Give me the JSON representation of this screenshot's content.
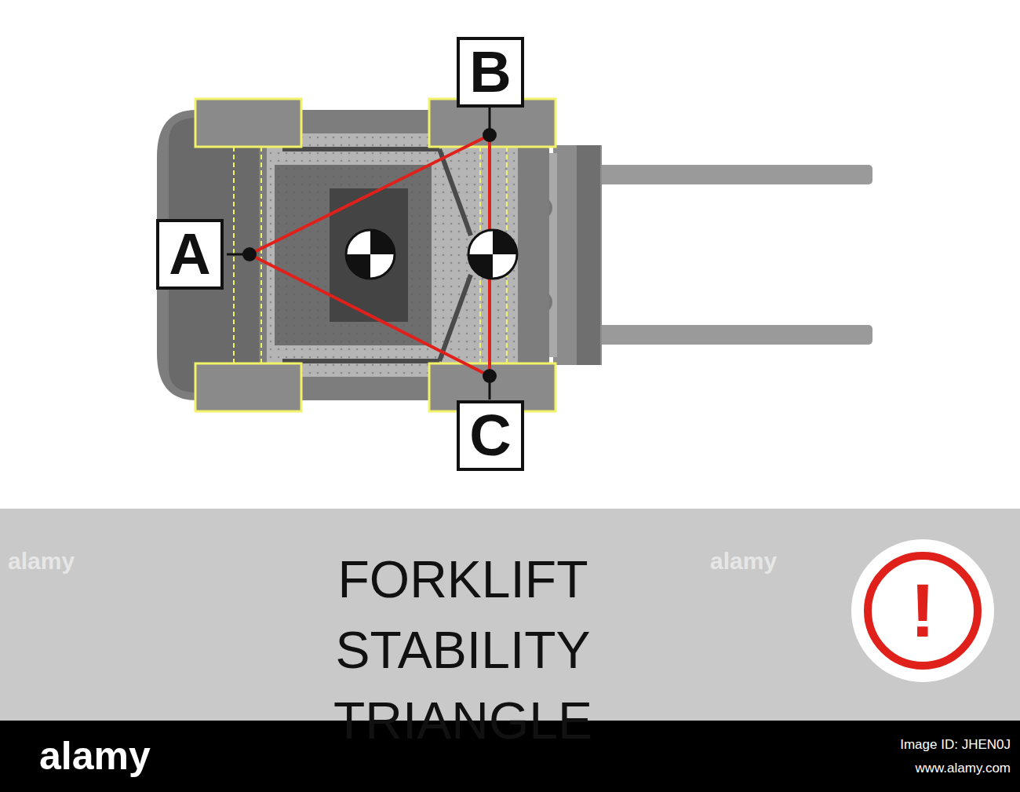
{
  "diagram": {
    "title": "FORKLIFT STABILITY TRIANGLE",
    "nodes": [
      {
        "text": [
          "A"
        ]
      },
      {
        "text": [
          "B"
        ]
      },
      {
        "text": [
          "C"
        ]
      }
    ],
    "labels": [
      "!",
      "alamy",
      "alamy",
      "alamy",
      "Image ID: JHEN0J",
      "www.alamy.com"
    ]
  }
}
